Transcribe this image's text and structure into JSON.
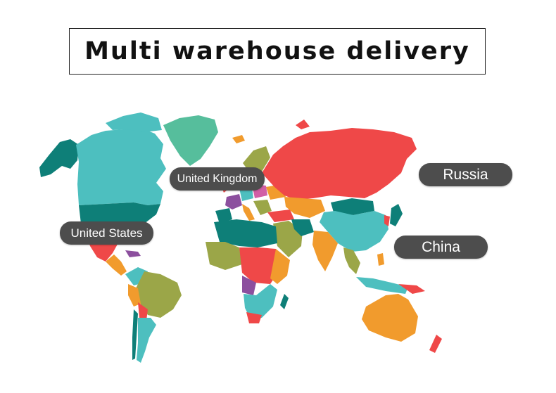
{
  "title": "Multi warehouse delivery",
  "labels": {
    "united_states": "United States",
    "united_kingdom": "United Kingdom",
    "russia": "Russia",
    "china": "China"
  },
  "colors": {
    "teal": "#4dbfbf",
    "dark_teal": "#0e7f78",
    "green": "#56be9c",
    "red": "#ef4848",
    "orange": "#f19b2d",
    "olive": "#9ba648",
    "purple": "#8c4f9e",
    "pink": "#d15fa5",
    "label_bg": "#4d4d4d",
    "label_text": "#ffffff"
  }
}
